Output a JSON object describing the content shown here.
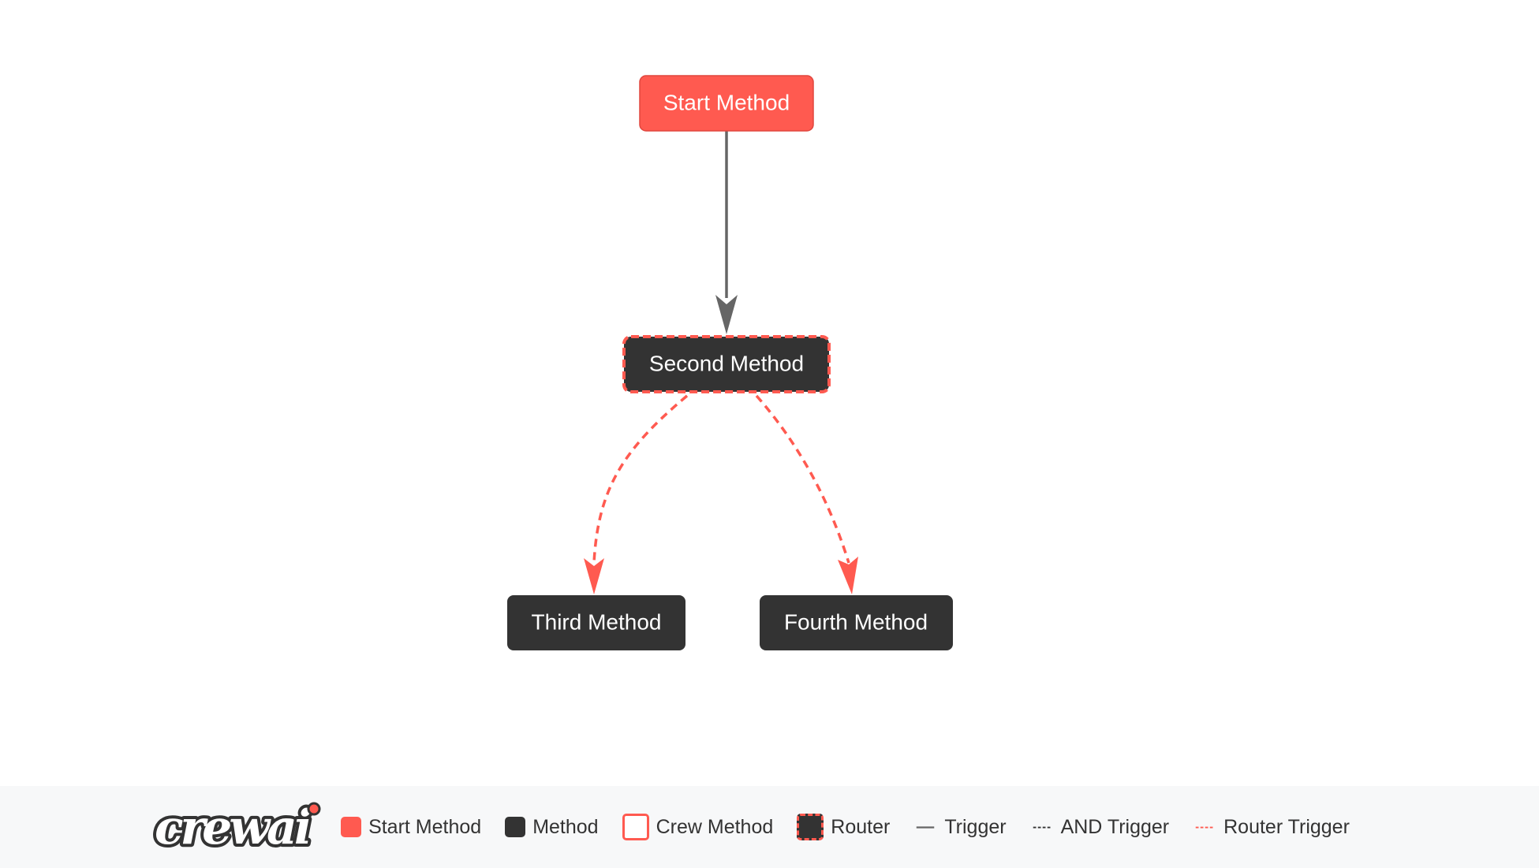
{
  "diagram": {
    "nodes": {
      "start": {
        "label": "Start Method"
      },
      "second": {
        "label": "Second Method"
      },
      "third": {
        "label": "Third Method"
      },
      "fourth": {
        "label": "Fourth Method"
      }
    },
    "edges": [
      {
        "from": "start",
        "to": "second",
        "kind": "trigger"
      },
      {
        "from": "second",
        "to": "third",
        "kind": "router-trigger"
      },
      {
        "from": "second",
        "to": "fourth",
        "kind": "router-trigger"
      }
    ]
  },
  "legend": {
    "logo_text": "crewai",
    "items": [
      {
        "label": "Start Method"
      },
      {
        "label": "Method"
      },
      {
        "label": "Crew Method"
      },
      {
        "label": "Router"
      },
      {
        "label": "Trigger"
      },
      {
        "label": "AND Trigger"
      },
      {
        "label": "Router Trigger"
      }
    ]
  },
  "colors": {
    "start": "#ff5a50",
    "method": "#333333",
    "trigger": "#666666",
    "router_trigger": "#ff5a50",
    "legend_bg": "#f7f8f9"
  }
}
